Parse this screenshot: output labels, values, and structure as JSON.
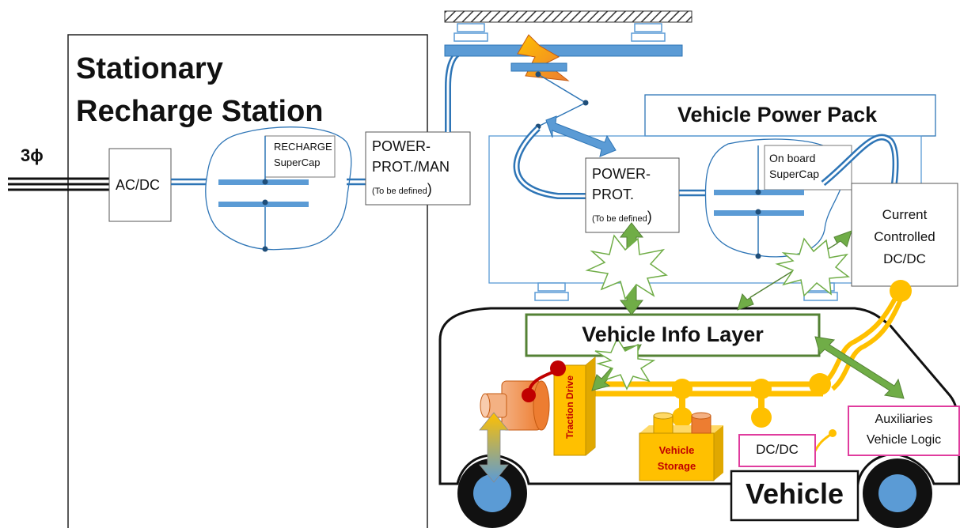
{
  "station": {
    "title_line1": "Stationary",
    "title_line2": "Recharge Station",
    "phase_label": "3ϕ",
    "acdc_label": "AC/DC",
    "supercap_line1": "RECHARGE",
    "supercap_line2": "SuperCap",
    "power_line1": "POWER-",
    "power_line2": "PROT./MAN",
    "power_note": "(To be defined",
    "power_paren": ")"
  },
  "power_pack": {
    "title": "Vehicle Power Pack",
    "prot_line1": "POWER-",
    "prot_line2": "PROT.",
    "prot_note": "(To be defined",
    "prot_paren": ")",
    "supercap_line1": "On board",
    "supercap_line2": "SuperCap",
    "dcdc_line1": "Current",
    "dcdc_line2": "Controlled",
    "dcdc_line3": "DC/DC"
  },
  "vehicle": {
    "info_layer": "Vehicle Info Layer",
    "traction_drive": "Traction Drive",
    "storage_line1": "Vehicle",
    "storage_line2": "Storage",
    "dcdc": "DC/DC",
    "aux_line1": "Auxiliaries",
    "aux_line2": "Vehicle Logic",
    "label": "Vehicle"
  },
  "colors": {
    "conductor_blue": "#2e75b6",
    "light_blue": "#5b9bd5",
    "arrow_green": "#70ad47",
    "data_yellow": "#ffc000",
    "motor_orange": "#ed7d31",
    "traction_red": "#c00000",
    "aux_magenta": "#e03c9e",
    "frame_green": "#548235"
  }
}
